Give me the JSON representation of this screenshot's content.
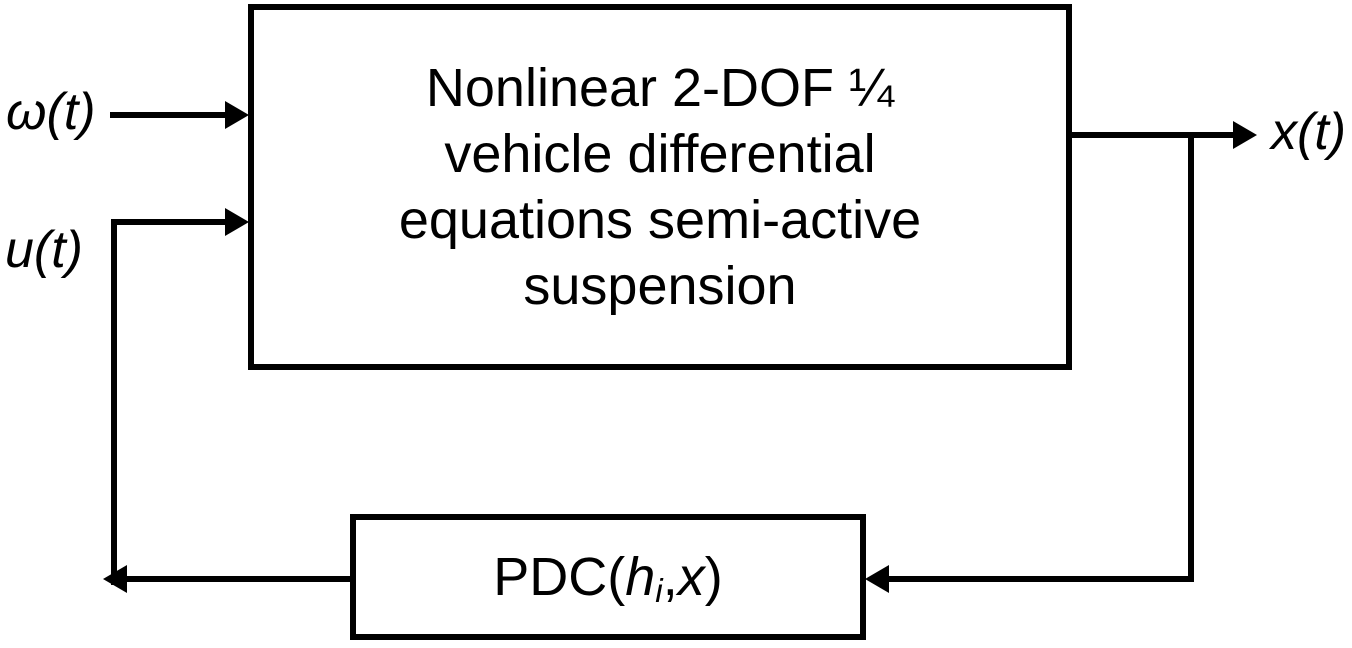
{
  "figure": {
    "type": "feedback-control-block-diagram",
    "background_color": "#ffffff",
    "line_color": "#000000"
  },
  "plant_block": {
    "lines": [
      "Nonlinear 2-DOF ¼",
      "vehicle differential",
      "equations semi-active",
      "suspension"
    ]
  },
  "controller_block": {
    "label_parts": {
      "prefix": "PDC(",
      "var1": "h",
      "subscript": "i",
      "separator": ",",
      "var2": "x",
      "suffix": ")"
    }
  },
  "signals": {
    "disturbance_input": "ω(t)",
    "control_input": "u(t)",
    "state_output": "x(t)"
  }
}
